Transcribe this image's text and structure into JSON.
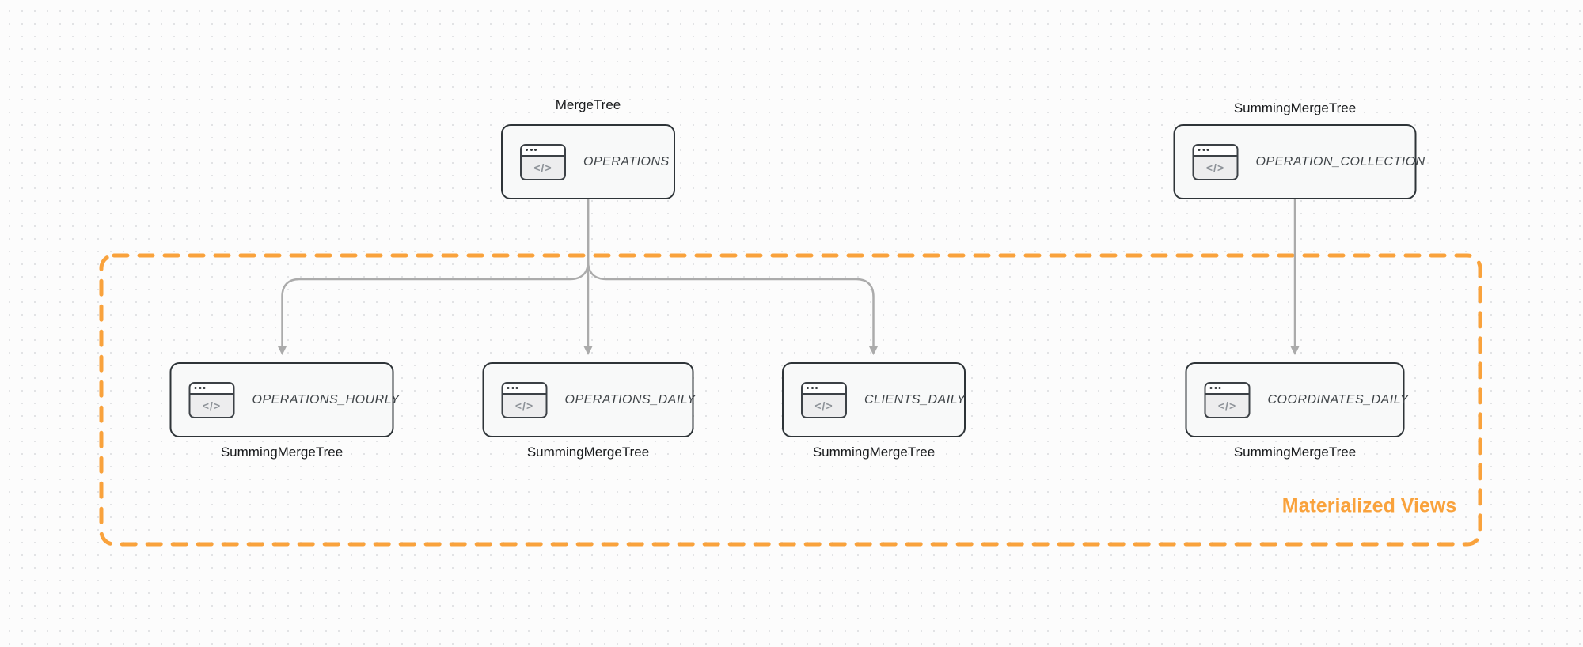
{
  "diagram": {
    "icon_glyph": "</>",
    "group": {
      "label": "Materialized Views"
    },
    "nodes": [
      {
        "id": "operations",
        "table": "OPERATIONS",
        "engine": "MergeTree",
        "engine_label_position": "above"
      },
      {
        "id": "operation-collection",
        "table": "OPERATION_COLLECTION",
        "engine": "SummingMergeTree",
        "engine_label_position": "above"
      },
      {
        "id": "operations-hourly",
        "table": "OPERATIONS_HOURLY",
        "engine": "SummingMergeTree",
        "engine_label_position": "below"
      },
      {
        "id": "operations-daily",
        "table": "OPERATIONS_DAILY",
        "engine": "SummingMergeTree",
        "engine_label_position": "below"
      },
      {
        "id": "clients-daily",
        "table": "CLIENTS_DAILY",
        "engine": "SummingMergeTree",
        "engine_label_position": "below"
      },
      {
        "id": "coordinates-daily",
        "table": "COORDINATES_DAILY",
        "engine": "SummingMergeTree",
        "engine_label_position": "below"
      }
    ],
    "edges": [
      {
        "from": "operations",
        "to": "operations-hourly"
      },
      {
        "from": "operations",
        "to": "operations-daily"
      },
      {
        "from": "operations",
        "to": "clients-daily"
      },
      {
        "from": "operation-collection",
        "to": "coordinates-daily"
      }
    ],
    "colors": {
      "accent_orange": "#f9a23c",
      "node_border": "#2e3438",
      "node_fill": "#f8f9f9",
      "arrow_gray": "#ababab",
      "canvas_dot": "#e2e3e5"
    }
  }
}
